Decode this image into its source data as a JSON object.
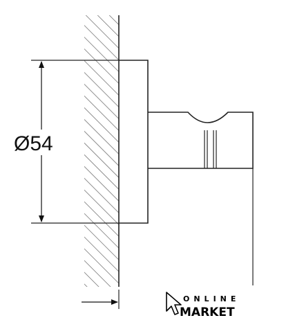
{
  "diagram": {
    "dimension_label": "Ø54"
  },
  "logo": {
    "line1": "ONLINE",
    "line2": "MARKET"
  }
}
